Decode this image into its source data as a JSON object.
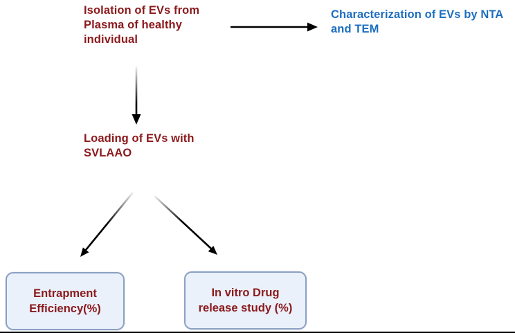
{
  "diagram": {
    "node_isolation": {
      "lines": [
        "Isolation of EVs from",
        "Plasma of healthy",
        "individual"
      ]
    },
    "node_characterization": {
      "lines": [
        "Characterization of EVs by NTA",
        "and TEM"
      ]
    },
    "node_loading": {
      "lines": [
        "Loading of EVs with",
        "SVLAAO"
      ]
    },
    "box_entrapment": {
      "lines": [
        "Entrapment",
        "Efficiency(%)"
      ]
    },
    "box_release": {
      "lines": [
        "In vitro Drug",
        "release study (%)"
      ]
    },
    "arrows": [
      {
        "name": "isolation-to-characterization",
        "direction": "right"
      },
      {
        "name": "isolation-to-loading",
        "direction": "down"
      },
      {
        "name": "loading-to-entrapment",
        "direction": "down-left"
      },
      {
        "name": "loading-to-release",
        "direction": "down-right"
      }
    ],
    "colors": {
      "maroon": "#8B191C",
      "blue": "#1C6EC0",
      "box_bg": "#EAF1FA",
      "box_border": "#8CA0C3",
      "arrow": "#000000"
    }
  }
}
